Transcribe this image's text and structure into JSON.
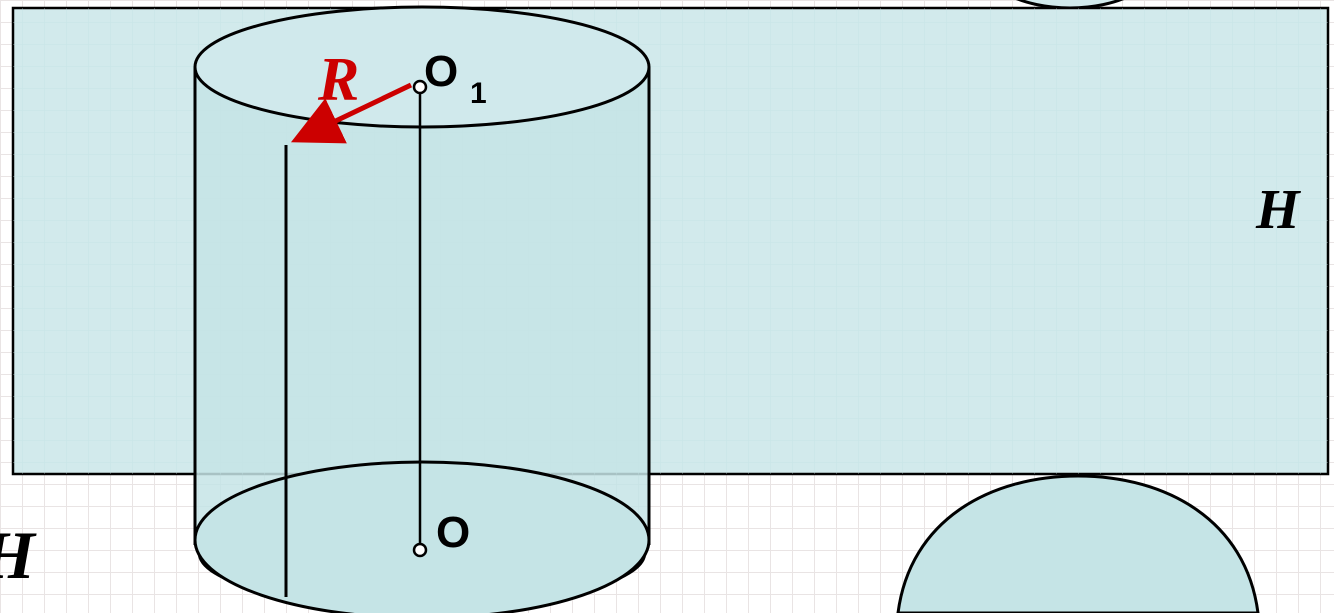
{
  "diagram": {
    "labels": {
      "radius": "R",
      "top_center": "O",
      "top_center_subscript": "1",
      "bottom_center": "O",
      "height_right": "H",
      "height_left": "H"
    },
    "colors": {
      "surface_fill": "#c5e4e6",
      "net_fill": "#d2eaec",
      "outline": "#000000",
      "radius_arrow": "#cc0000",
      "grid_line": "#e9e4e4"
    }
  }
}
